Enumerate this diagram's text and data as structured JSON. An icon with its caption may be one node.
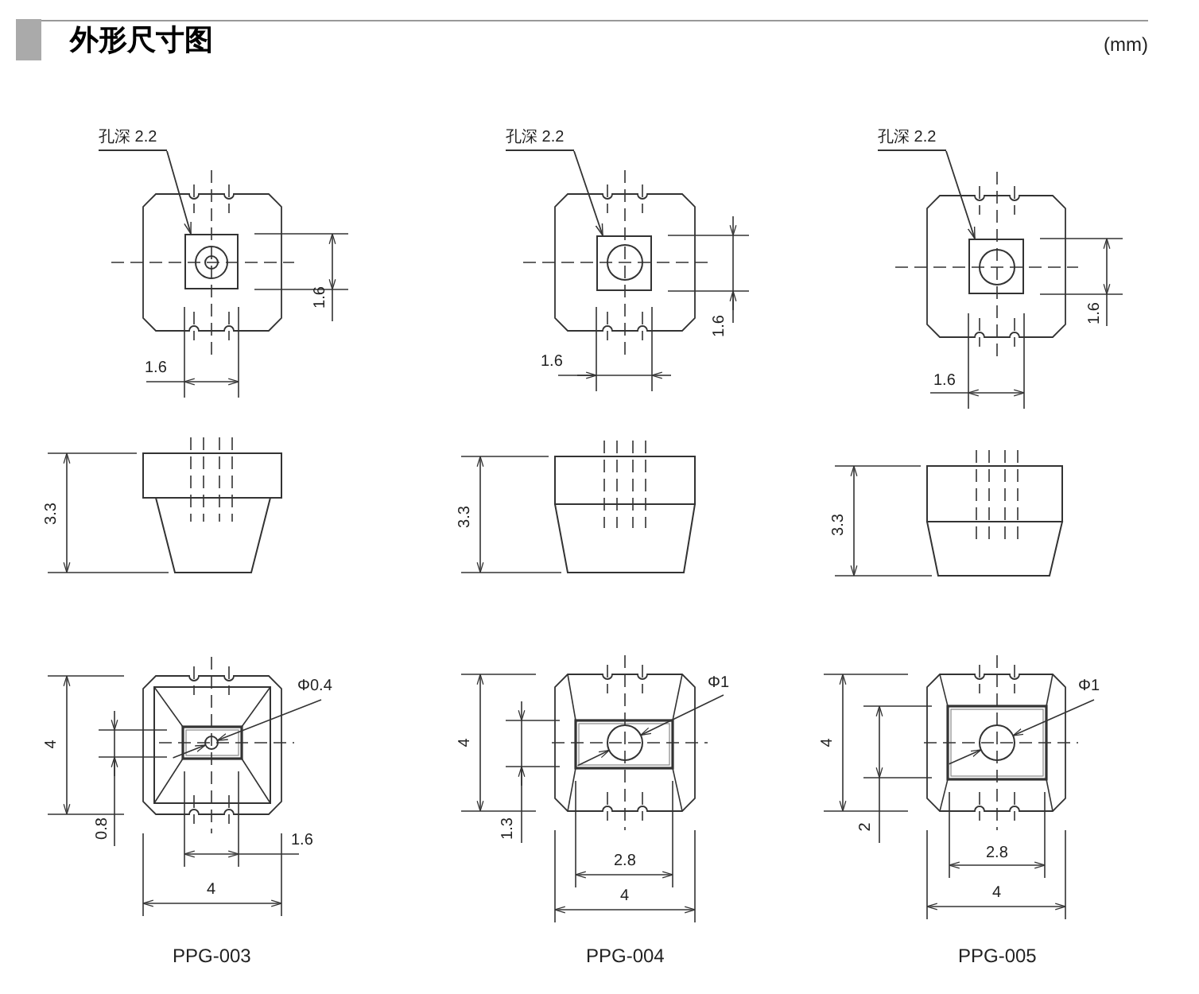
{
  "diagram": {
    "title": "外形尺寸图",
    "nodes": [
      {
        "text": [
          "孔深 2.2"
        ]
      },
      {
        "text": [],
        "shape": "box"
      },
      {
        "text": [
          "孔深 2.2"
        ]
      },
      {
        "text": [],
        "shape": "box"
      },
      {
        "text": [
          "孔深 2.2"
        ]
      },
      {
        "text": [],
        "shape": "box"
      }
    ],
    "edges": [
      {
        "from": 0,
        "to": 1,
        "arrow": "to"
      },
      {
        "from": 2,
        "to": 3,
        "arrow": "to"
      },
      {
        "from": 4,
        "to": 5,
        "arrow": "to"
      }
    ],
    "labels": [
      "(mm)",
      "1.6",
      "1.6",
      "1.6",
      "1.6",
      "1.6",
      "1.6",
      "3.3",
      "3.3",
      "3.3",
      "4",
      "Φ0.4",
      "0.8",
      "1.6",
      "4",
      "PPG-003",
      "4",
      "Φ1",
      "1.3",
      "2.8",
      "4",
      "PPG-004",
      "4",
      "Φ1",
      "2",
      "2.8",
      "4",
      "PPG-005"
    ]
  }
}
